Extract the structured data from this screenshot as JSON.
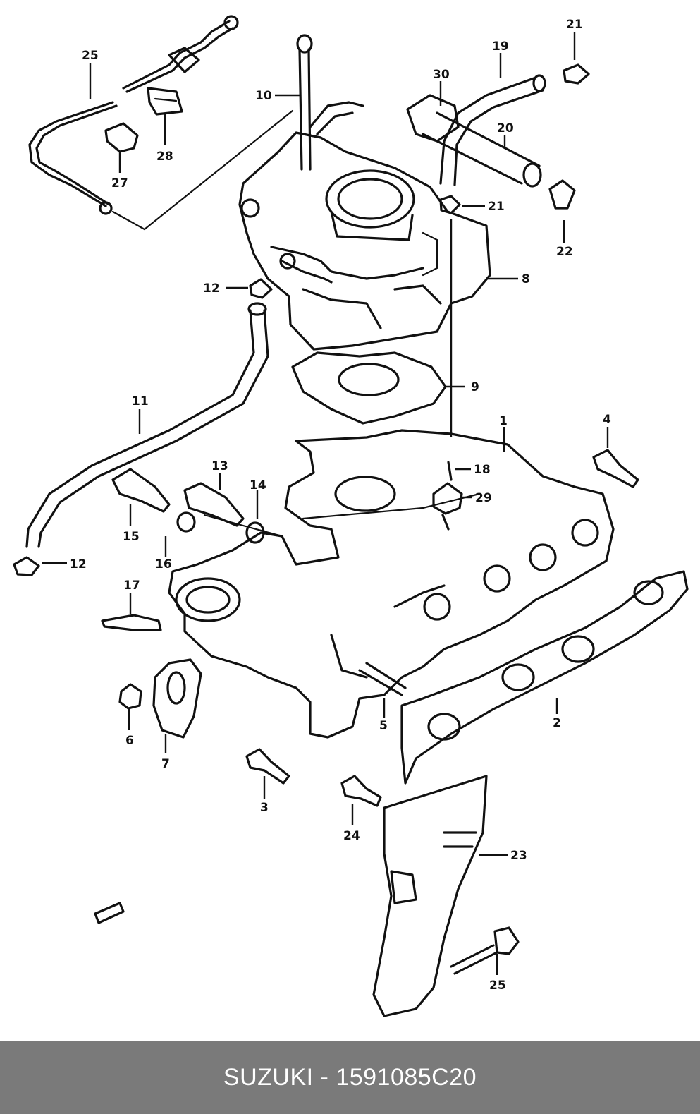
{
  "callouts": {
    "c1": "1",
    "c2": "2",
    "c3": "3",
    "c4": "4",
    "c5": "5",
    "c6": "6",
    "c7": "7",
    "c8": "8",
    "c9": "9",
    "c10": "10",
    "c11": "11",
    "c12a": "12",
    "c12b": "12",
    "c13": "13",
    "c14": "14",
    "c15": "15",
    "c16": "16",
    "c17": "17",
    "c18": "18",
    "c19": "19",
    "c20": "20",
    "c21a": "21",
    "c21b": "21",
    "c22": "22",
    "c23": "23",
    "c24": "24",
    "c25a": "25",
    "c25b": "25",
    "c27": "27",
    "c28": "28",
    "c29": "29",
    "c30": "30"
  },
  "footer": {
    "text": "SUZUKI - 1591085C20"
  }
}
